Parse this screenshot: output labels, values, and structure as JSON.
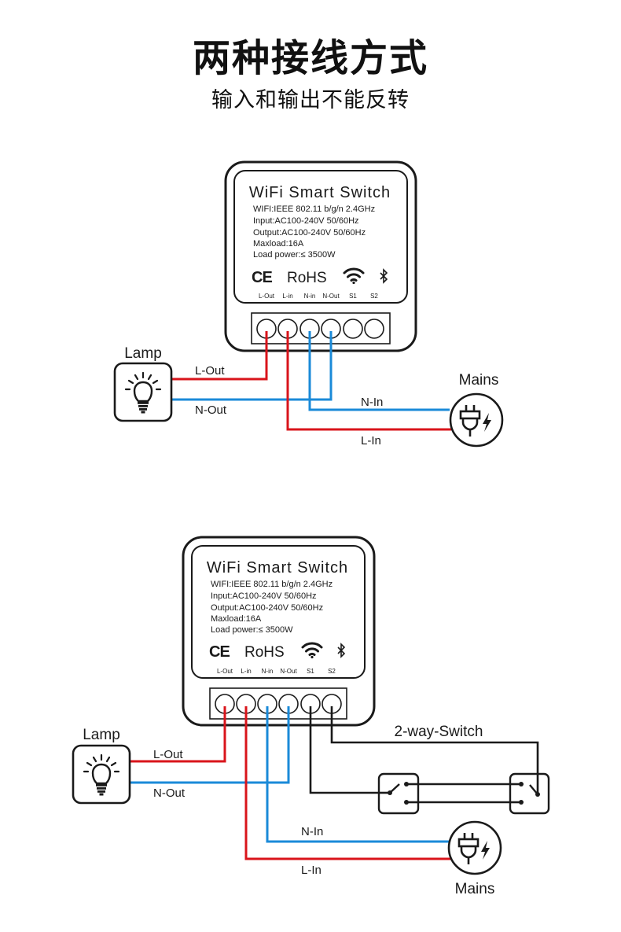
{
  "header": {
    "title": "两种接线方式",
    "subtitle": "输入和输出不能反转"
  },
  "colors": {
    "live_wire": "#d9141b",
    "neutral_wire": "#1a8ad8",
    "switch_wire": "#1a1a1a",
    "outline": "#1a1a1a"
  },
  "device": {
    "name": "WiFi Smart Switch",
    "specs": [
      "WIFI:IEEE 802.11 b/g/n 2.4GHz",
      "Input:AC100-240V 50/60Hz",
      "Output:AC100-240V 50/60Hz",
      "Maxload:16A",
      "Load power:≤ 3500W"
    ],
    "certifications": [
      "CE",
      "RoHS"
    ],
    "icons": [
      "wifi-icon",
      "bluetooth-icon"
    ],
    "terminals": [
      "L-Out",
      "L-in",
      "N-in",
      "N-Out",
      "S1",
      "S2"
    ]
  },
  "diagram1": {
    "lamp_label": "Lamp",
    "mains_label": "Mains",
    "wires": {
      "l_out": "L-Out",
      "n_out": "N-Out",
      "n_in": "N-In",
      "l_in": "L-In"
    }
  },
  "diagram2": {
    "lamp_label": "Lamp",
    "mains_label": "Mains",
    "switch_label": "2-way-Switch",
    "wires": {
      "l_out": "L-Out",
      "n_out": "N-Out",
      "n_in": "N-In",
      "l_in": "L-In"
    }
  }
}
